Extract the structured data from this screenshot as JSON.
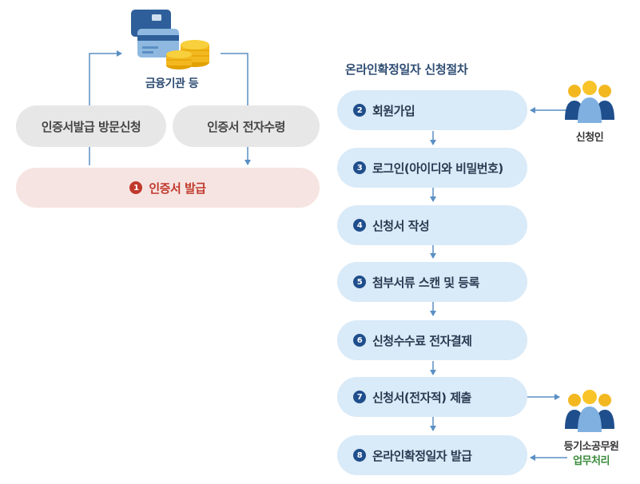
{
  "left": {
    "bank_label": "금융기관 등",
    "visit_apply": "인증서발급 방문신청",
    "electronic_receive": "인증서 전자수령",
    "issue": {
      "num": "1",
      "label": "인증서 발급"
    }
  },
  "right": {
    "title": "온라인확정일자 신청절차",
    "steps": [
      {
        "num": "2",
        "label": "회원가입"
      },
      {
        "num": "3",
        "label": "로그인(아이디와 비밀번호)"
      },
      {
        "num": "4",
        "label": "신청서 작성"
      },
      {
        "num": "5",
        "label": "첨부서류 스캔 및 등록"
      },
      {
        "num": "6",
        "label": "신청수수료 전자결제"
      },
      {
        "num": "7",
        "label": "신청서(전자적) 제출"
      },
      {
        "num": "8",
        "label": "온라인확정일자 발급"
      }
    ],
    "applicant_label": "신청인",
    "officer_label": "등기소공무원",
    "officer_sub": "업무처리"
  },
  "colors": {
    "step_bg": "#d9eaf8",
    "step_num": "#1f4e8c",
    "issue_bg": "#f6e4e2",
    "issue_text": "#c0392b",
    "gray_bg": "#e7e7e7",
    "arrow": "#5a8fc4",
    "green": "#3a8a3a"
  }
}
